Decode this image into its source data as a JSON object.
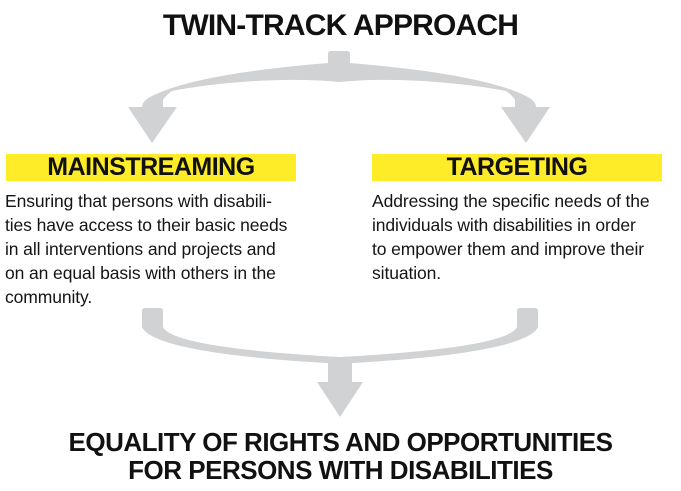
{
  "title": "TWIN-TRACK APPROACH",
  "tracks": [
    {
      "heading": "MAINSTREAMING",
      "description": "Ensuring that persons with disabili-\nties have access to their basic needs\nin all interventions and projects and\non an equal basis with others in the\ncommunity."
    },
    {
      "heading": "TARGETING",
      "description": "Addressing the specific needs of the\nindividuals with disabilities in order\nto empower them and improve their\nsituation."
    }
  ],
  "outcome": "EQUALITY OF RIGHTS AND OPPORTUNITIES\nFOR PERSONS WITH DISABILITIES",
  "icons": {
    "top_arrow": "split-double-arrow-down",
    "bottom_arrow": "merge-arrow-down"
  },
  "colors": {
    "highlight": "#FFEC29",
    "arrow": "#D1D2D4",
    "ink": "#111111"
  }
}
